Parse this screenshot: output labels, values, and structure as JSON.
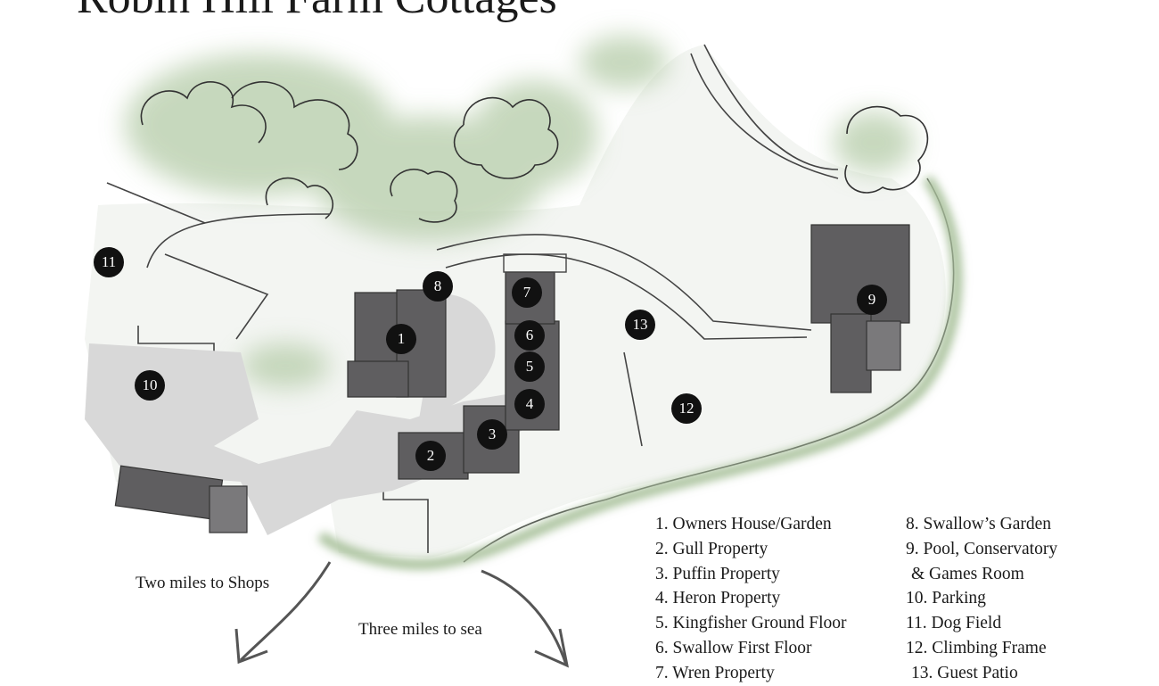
{
  "title": "Robin Hill Farm Cottages",
  "colors": {
    "building": "#5f5e60",
    "ground": "#d9d9d9",
    "trees": "#a9c39e",
    "marker": "#111111",
    "lawn": "#f2f4f1"
  },
  "markers": [
    {
      "id": "1",
      "label": "1"
    },
    {
      "id": "2",
      "label": "2"
    },
    {
      "id": "3",
      "label": "3"
    },
    {
      "id": "4",
      "label": "4"
    },
    {
      "id": "5",
      "label": "5"
    },
    {
      "id": "6",
      "label": "6"
    },
    {
      "id": "7",
      "label": "7"
    },
    {
      "id": "8",
      "label": "8"
    },
    {
      "id": "9",
      "label": "9"
    },
    {
      "id": "10",
      "label": "10"
    },
    {
      "id": "11",
      "label": "11"
    },
    {
      "id": "12",
      "label": "12"
    },
    {
      "id": "13",
      "label": "13"
    }
  ],
  "directions": {
    "shops": "Two miles to Shops",
    "sea": "Three miles to sea"
  },
  "legend": {
    "left": [
      "1. Owners House/Garden",
      "2. Gull Property",
      "3. Puffin Property",
      "4. Heron Property",
      "5. Kingfisher Ground Floor",
      "6. Swallow First Floor",
      "7. Wren Property"
    ],
    "right": [
      "8. Swallow’s Garden",
      "9. Pool, Conservatory",
      "& Games Room",
      "10. Parking",
      "11. Dog Field",
      "12. Climbing Frame",
      "13. Guest Patio"
    ]
  }
}
